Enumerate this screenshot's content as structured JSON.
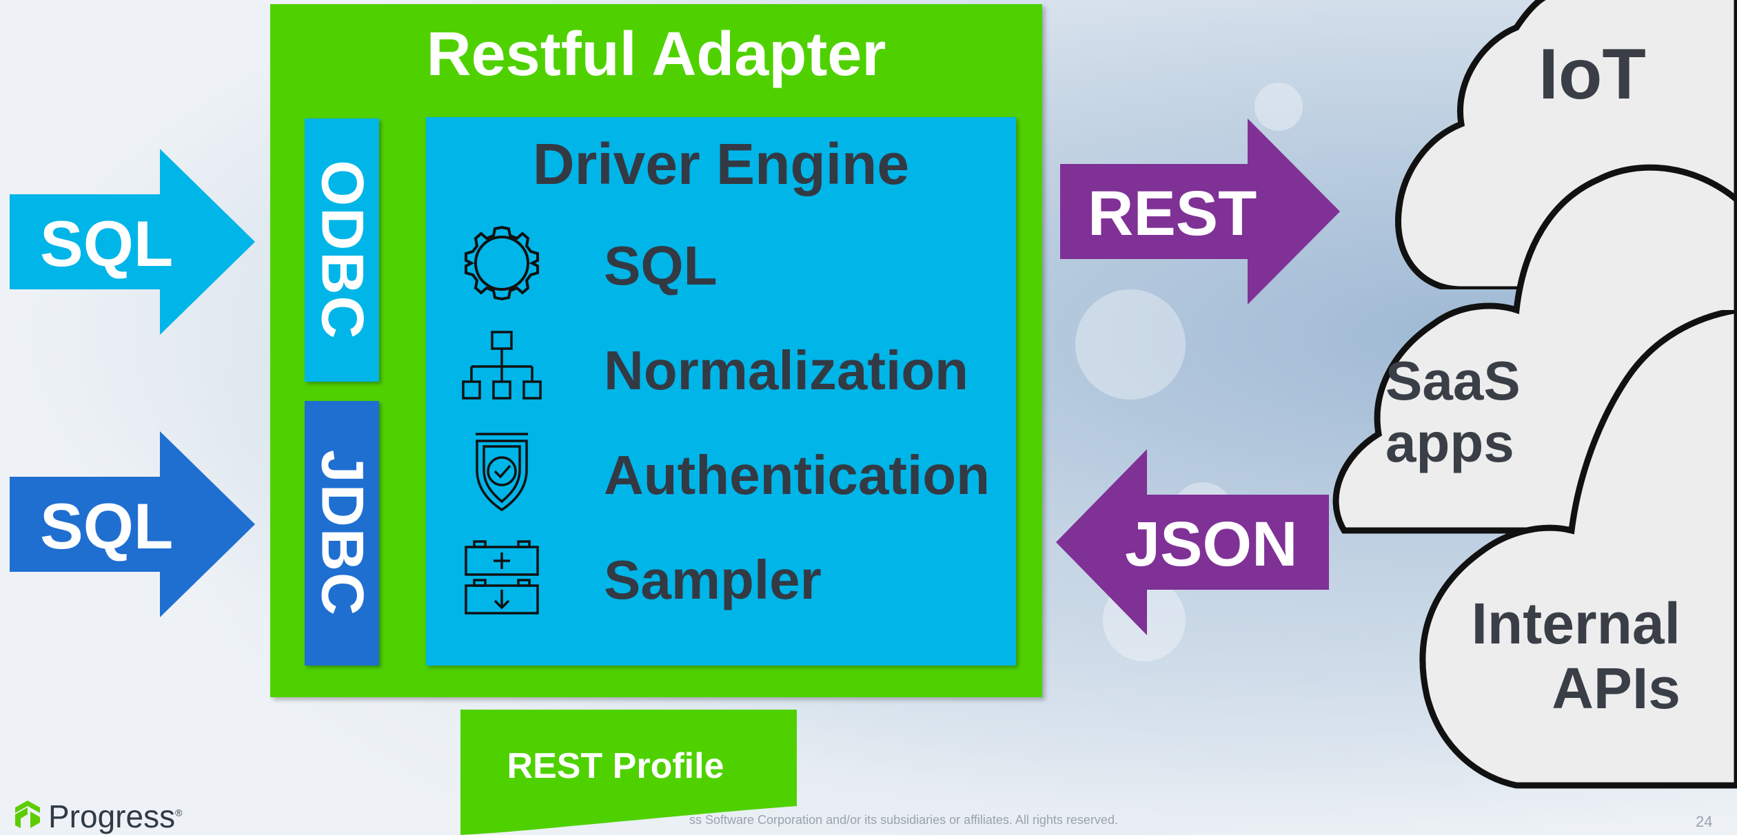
{
  "inputs": [
    {
      "label": "SQL",
      "color": "#00b5e8"
    },
    {
      "label": "SQL",
      "color": "#1f6fd1"
    }
  ],
  "adapter": {
    "title": "Restful Adapter",
    "color": "#4fd100",
    "connectors": [
      {
        "label": "ODBC",
        "color": "#00b5e8"
      },
      {
        "label": "JDBC",
        "color": "#1f6fd1"
      }
    ],
    "engine": {
      "title": "Driver Engine",
      "features": [
        {
          "label": "SQL",
          "icon": "gear-ring-icon"
        },
        {
          "label": "Normalization",
          "icon": "hierarchy-icon"
        },
        {
          "label": "Authentication",
          "icon": "shield-check-icon"
        },
        {
          "label": "Sampler",
          "icon": "battery-sampler-icon"
        }
      ]
    },
    "profile": "REST Profile"
  },
  "flows": [
    {
      "label": "REST",
      "direction": "right",
      "color": "#7f3196"
    },
    {
      "label": "JSON",
      "direction": "left",
      "color": "#7f3196"
    }
  ],
  "clouds": [
    {
      "label": "IoT"
    },
    {
      "label_line1": "SaaS",
      "label_line2": "apps"
    },
    {
      "label_line1": "Internal",
      "label_line2": "APIs"
    }
  ],
  "footer": {
    "copyright": "ss Software Corporation and/or its subsidiaries or affiliates. All rights reserved.",
    "page_number": "24",
    "logo_text": "Progress",
    "logo_mark": "®"
  }
}
